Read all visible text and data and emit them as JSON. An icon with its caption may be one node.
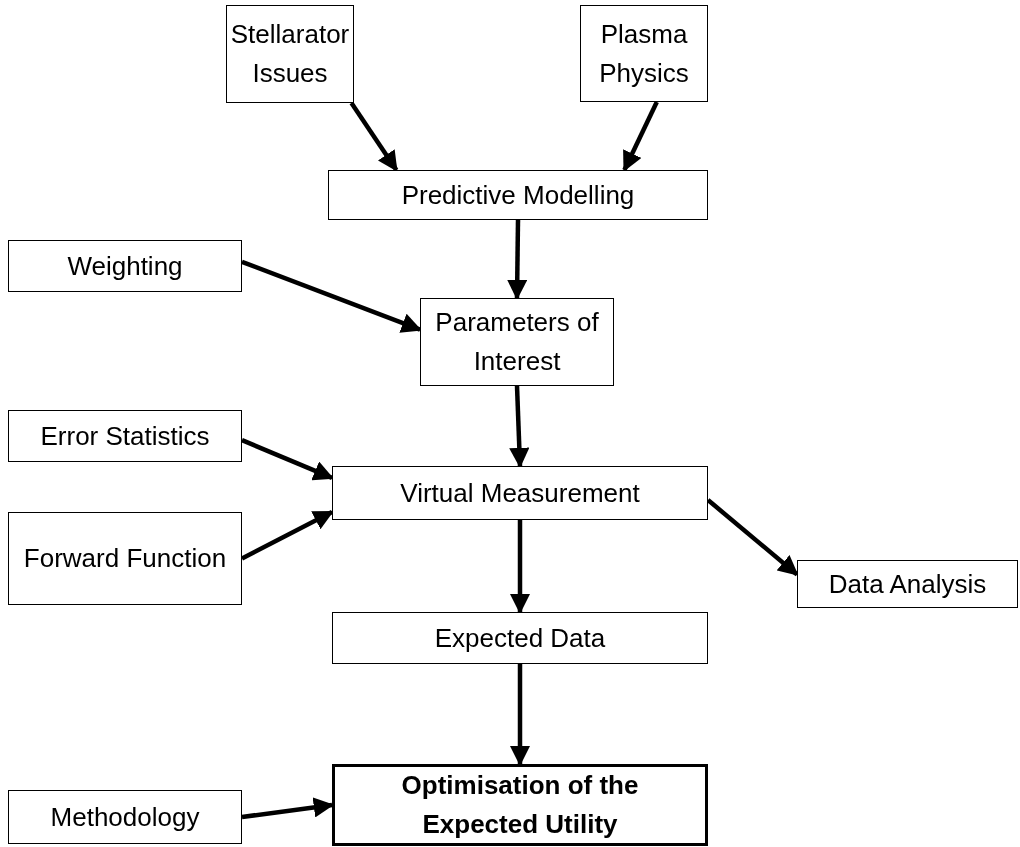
{
  "diagram": {
    "nodes": [
      {
        "text": [
          "Stellarator Issues"
        ]
      },
      {
        "text": [
          "Plasma Physics"
        ]
      },
      {
        "text": [
          "Predictive Modelling"
        ]
      },
      {
        "text": [
          "Weighting"
        ]
      },
      {
        "text": [
          "Parameters of Interest"
        ]
      },
      {
        "text": [
          "Error Statistics"
        ]
      },
      {
        "text": [
          "Virtual Measurement"
        ]
      },
      {
        "text": [
          "Forward Function"
        ]
      },
      {
        "text": [
          "Data Analysis"
        ]
      },
      {
        "text": [
          "Expected Data"
        ]
      },
      {
        "text": [
          "Methodology"
        ]
      },
      {
        "text": [
          "Optimisation of the Expected Utility"
        ]
      }
    ],
    "edges": [
      {
        "from": 0,
        "to": 2,
        "arrow": "to"
      },
      {
        "from": 1,
        "to": 2,
        "arrow": "to"
      },
      {
        "from": 2,
        "to": 4,
        "arrow": "to"
      },
      {
        "from": 3,
        "to": 4,
        "arrow": "to"
      },
      {
        "from": 4,
        "to": 6,
        "arrow": "to"
      },
      {
        "from": 5,
        "to": 6,
        "arrow": "to"
      },
      {
        "from": 7,
        "to": 6,
        "arrow": "to"
      },
      {
        "from": 6,
        "to": 8,
        "arrow": "to"
      },
      {
        "from": 6,
        "to": 9,
        "arrow": "to"
      },
      {
        "from": 9,
        "to": 11,
        "arrow": "to"
      },
      {
        "from": 10,
        "to": 11,
        "arrow": "to"
      }
    ]
  }
}
